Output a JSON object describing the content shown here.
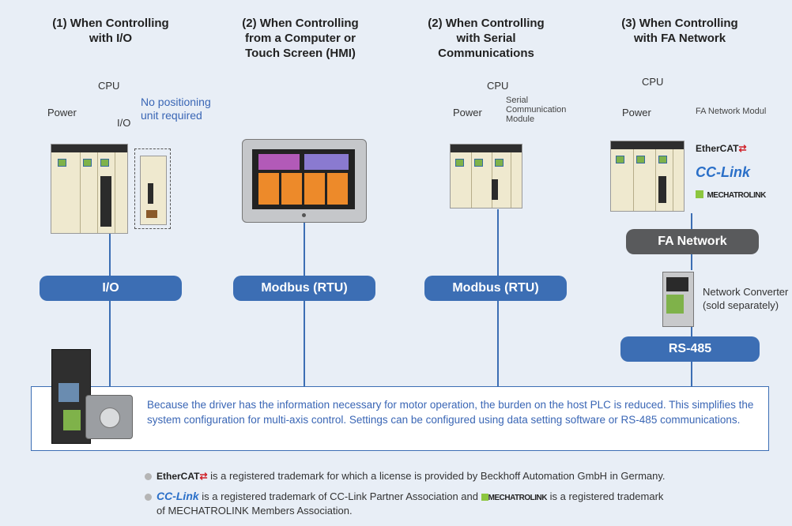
{
  "columns": [
    {
      "header": "(1) When Controlling\nwith I/O",
      "bar": "I/O"
    },
    {
      "header": "(2) When Controlling\nfrom a Computer or\nTouch Screen (HMI)",
      "bar": "Modbus (RTU)"
    },
    {
      "header": "(2) When Controlling\nwith Serial\nCommunications",
      "bar": "Modbus (RTU)"
    },
    {
      "header": "(3) When Controlling\nwith FA Network",
      "bar": "RS-485"
    }
  ],
  "labels": {
    "cpu": "CPU",
    "power": "Power",
    "io": "I/O",
    "no_positioning": "No positioning\nunit required",
    "serial_module": "Serial\nCommunication\nModule",
    "fa_network_module": "FA Network Modul",
    "fa_network": "FA Network",
    "network_converter": "Network Converter\n(sold  separately)"
  },
  "logos": {
    "ethercat": "EtherCAT",
    "cclink": "CC-Link",
    "mechatrolink": "MECHATROLINK"
  },
  "info_text": "Because the driver has the information necessary for motor operation, the burden on the host PLC is reduced. This simplifies the system configuration for multi-axis control. Settings can be configured using data setting software or RS-485 communications.",
  "footnotes": {
    "ethercat_note": " is a registered trademark for which a license is provided by Beckhoff Automation GmbH in Germany.",
    "cclink_note_a": " is a registered trademark of CC-Link Partner Association and ",
    "cclink_note_b": " is a registered trademark",
    "cclink_note_c": "of MECHATROLINK Members Association."
  },
  "colors": {
    "accent_blue": "#3c6eb4",
    "network_gray": "#595a5c",
    "background": "#e8eef6"
  }
}
